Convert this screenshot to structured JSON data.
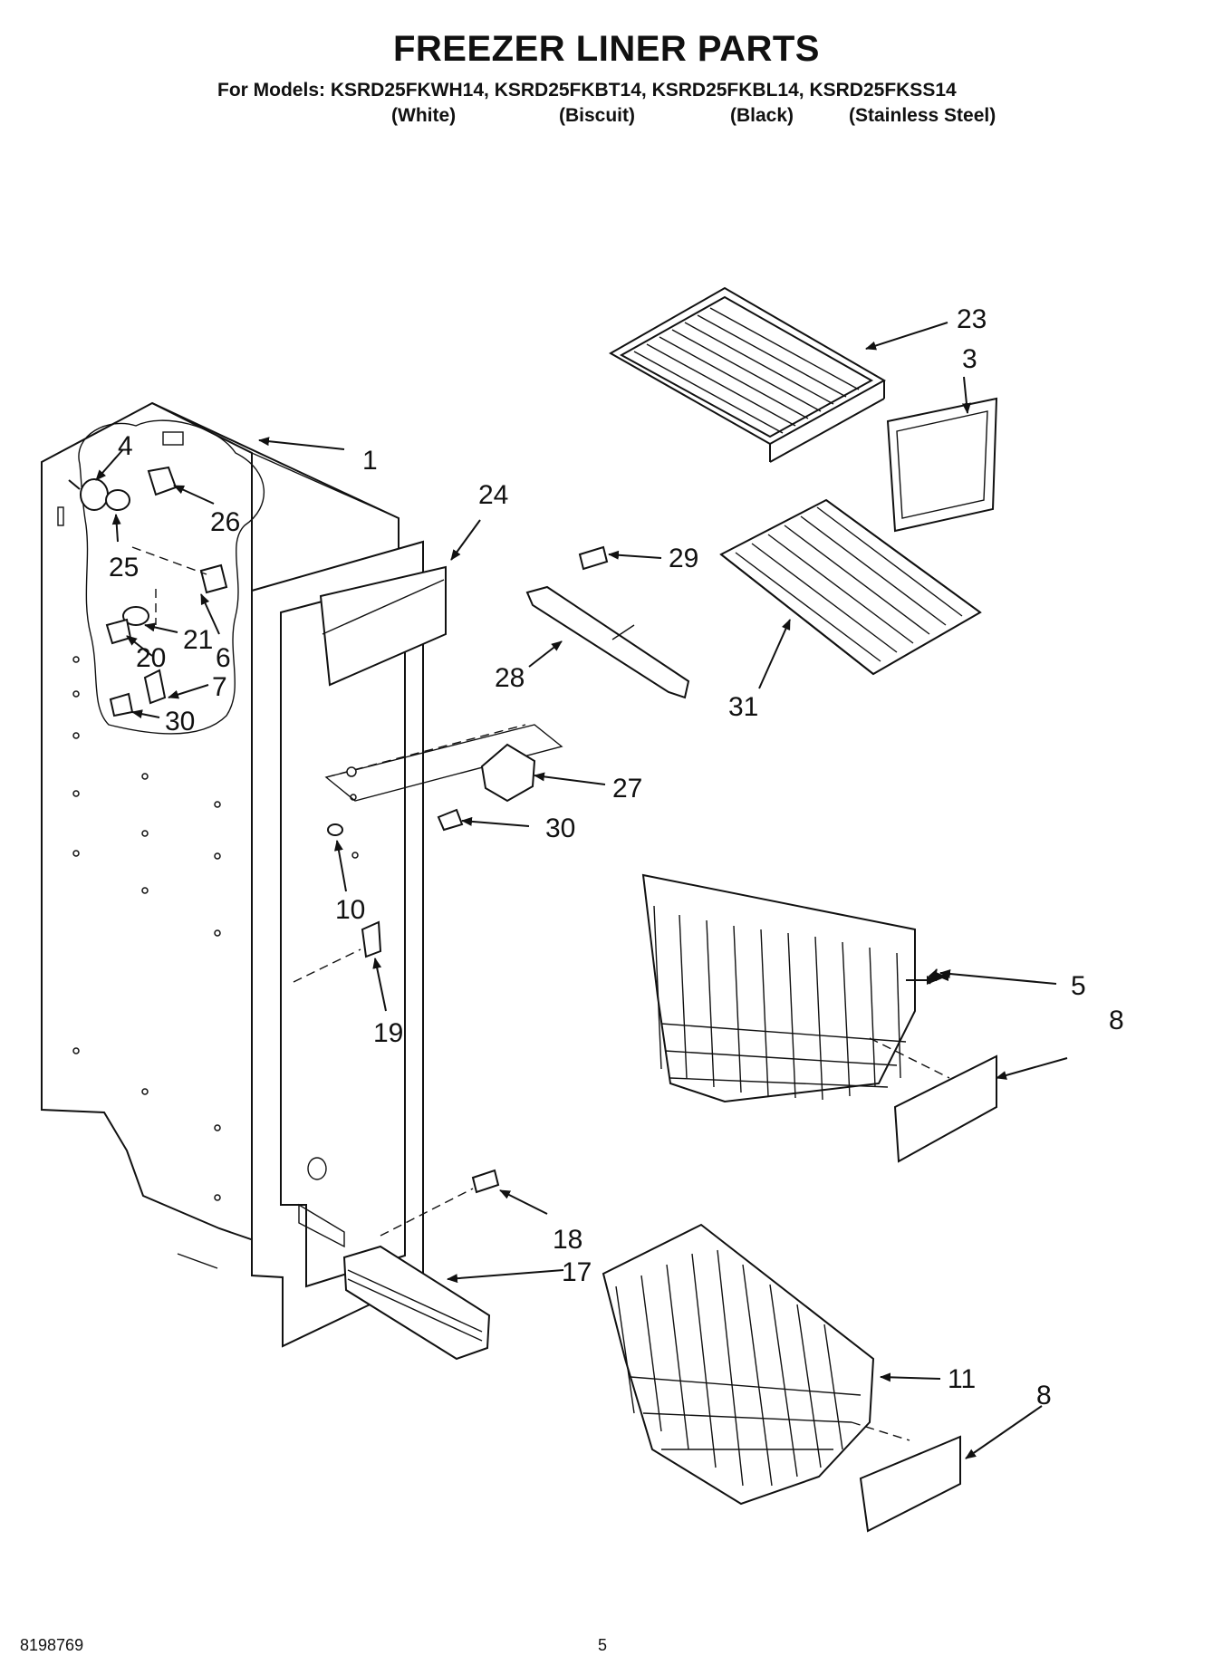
{
  "header": {
    "title": "FREEZER LINER PARTS",
    "models_line": "For Models: KSRD25FKWH14, KSRD25FKBT14, KSRD25FKBL14, KSRD25FKSS14",
    "colors": [
      "(White)",
      "(Biscuit)",
      "(Black)",
      "(Stainless Steel)"
    ]
  },
  "callouts": [
    "1",
    "3",
    "4",
    "5",
    "6",
    "7",
    "8",
    "8",
    "10",
    "11",
    "17",
    "18",
    "19",
    "20",
    "21",
    "23",
    "24",
    "25",
    "26",
    "27",
    "28",
    "29",
    "30",
    "30",
    "31"
  ],
  "footer": {
    "doc_number": "8198769",
    "page_number": "5"
  }
}
